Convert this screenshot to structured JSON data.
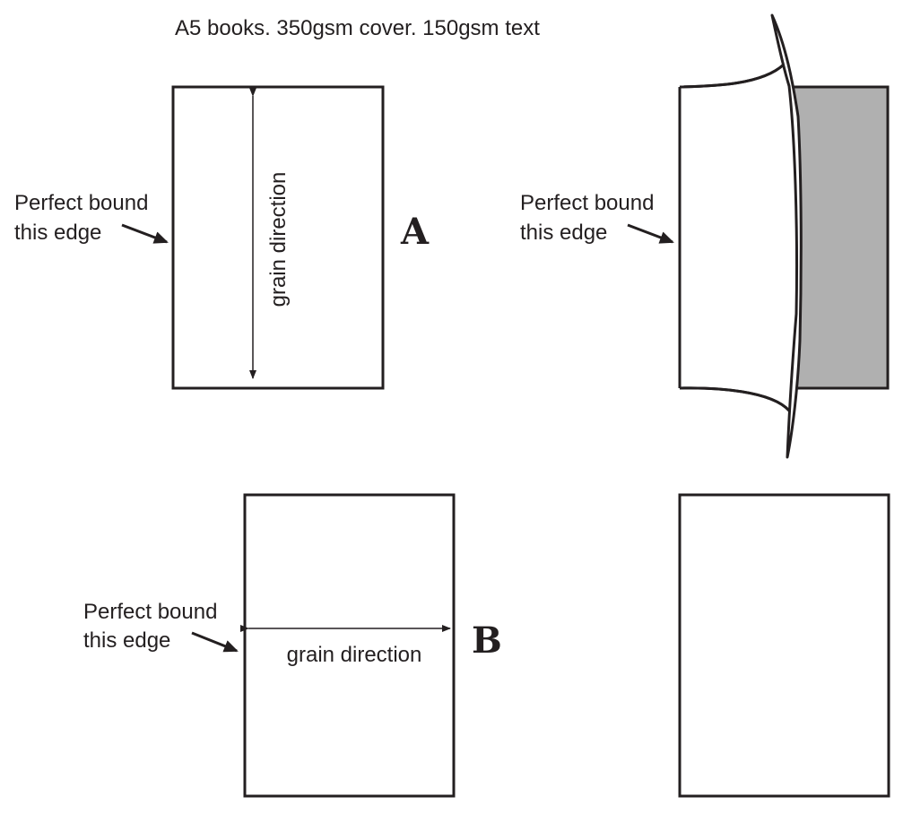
{
  "title": "A5 books. 350gsm cover. 150gsm text",
  "diagram_a": {
    "letter": "A",
    "binding_label_line1": "Perfect bound",
    "binding_label_line2": "this edge",
    "grain_label": "grain direction"
  },
  "diagram_a_bent": {
    "binding_label_line1": "Perfect bound",
    "binding_label_line2": "this edge"
  },
  "diagram_b": {
    "letter": "B",
    "binding_label_line1": "Perfect bound",
    "binding_label_line2": "this edge",
    "grain_label": "grain direction"
  },
  "colors": {
    "stroke": "#231f20",
    "shaded_page": "#b0b0b0",
    "background": "#ffffff"
  }
}
